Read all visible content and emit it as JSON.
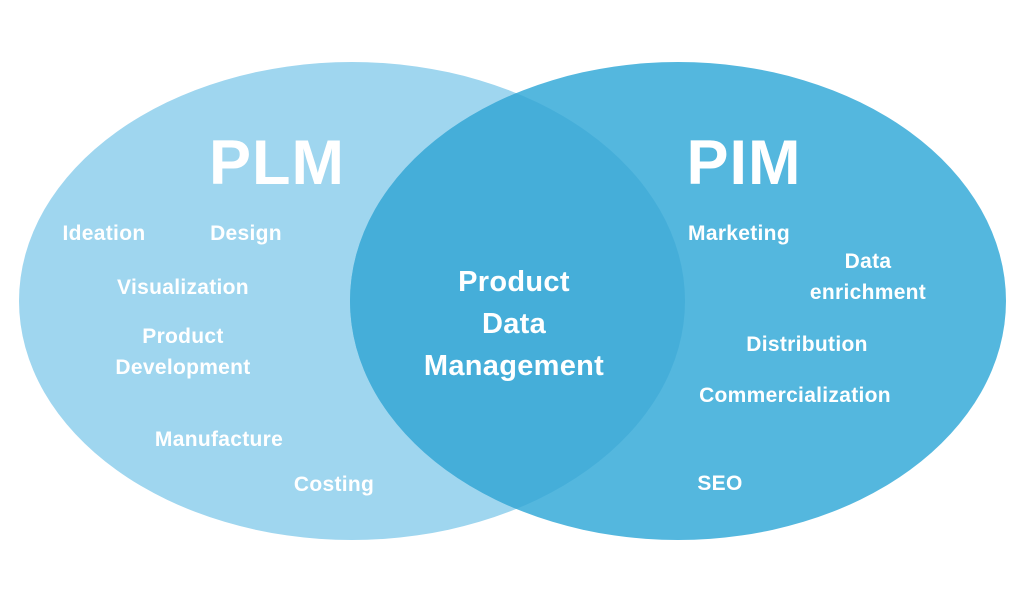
{
  "venn": {
    "left": {
      "title": "PLM",
      "items": [
        {
          "label": "Ideation"
        },
        {
          "label": "Design"
        },
        {
          "label": "Visualization"
        },
        {
          "label": "Product Development",
          "lines": [
            "Product",
            "Development"
          ]
        },
        {
          "label": "Manufacture"
        },
        {
          "label": "Costing"
        }
      ]
    },
    "right": {
      "title": "PIM",
      "items": [
        {
          "label": "Marketing"
        },
        {
          "label": "Data enrichment",
          "lines": [
            "Data",
            "enrichment"
          ]
        },
        {
          "label": "Distribution"
        },
        {
          "label": "Commercialization"
        },
        {
          "label": "SEO"
        }
      ]
    },
    "overlap": {
      "label": "Product Data Management",
      "lines": [
        "Product",
        "Data",
        "Management"
      ]
    }
  },
  "colors": {
    "background": "#ffffff",
    "left_circle": "#9fd6ef",
    "right_circle": "#54b7de",
    "overlap": "#45aed9",
    "text": "#ffffff"
  }
}
